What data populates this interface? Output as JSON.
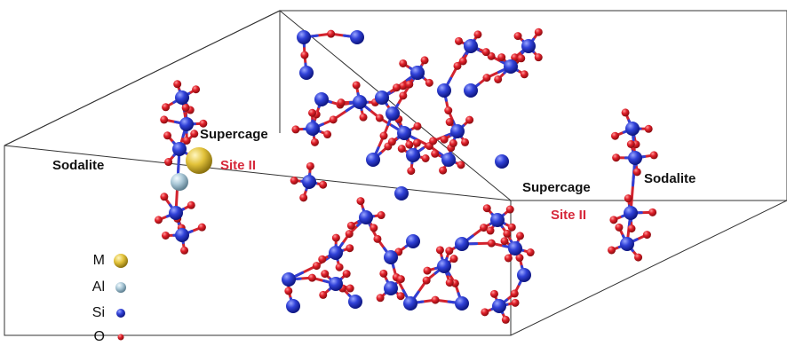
{
  "labels": {
    "sodalite_left": "Sodalite",
    "supercage_left": "Supercage",
    "site_left": "Site II",
    "supercage_right": "Supercage",
    "sodalite_right": "Sodalite",
    "site_right": "Site II"
  },
  "legend": [
    {
      "symbol": "M",
      "color": "#e2c23a"
    },
    {
      "symbol": "Al",
      "color": "#a9c7d6"
    },
    {
      "symbol": "Si",
      "color": "#2f3fd6"
    },
    {
      "symbol": "O",
      "color": "#e0202a"
    }
  ],
  "colors": {
    "si": "#2f3fd6",
    "o": "#e0202a",
    "al": "#a9c7d6",
    "m": "#e2c23a",
    "cell_edge": "#333333",
    "label_red": "#d6283a"
  }
}
